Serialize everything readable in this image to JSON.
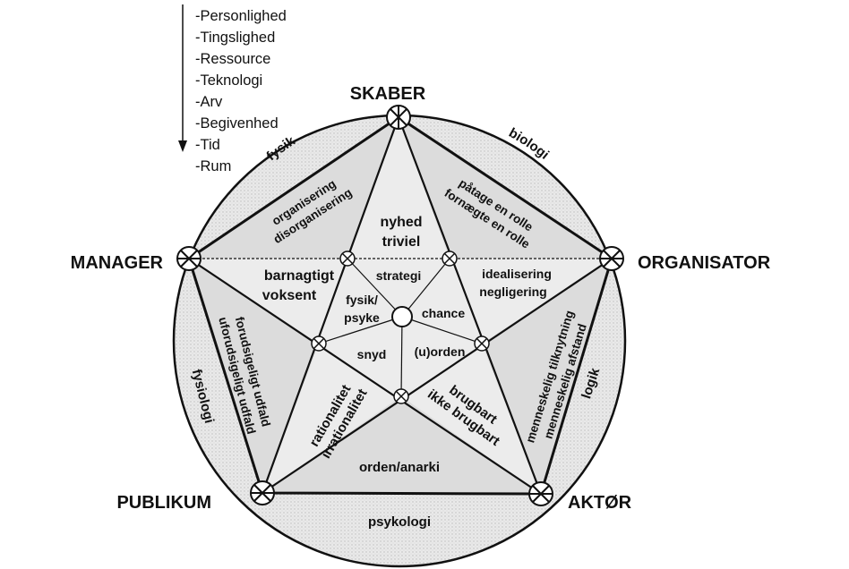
{
  "aspects": [
    "-Personlighed",
    "-Tingslighed",
    "-Ressource",
    "-Teknologi",
    "-Arv",
    "-Begivenhed",
    "-Tid",
    "-Rum"
  ],
  "roles": {
    "top": "SKABER",
    "left": "MANAGER",
    "right": "ORGANISATOR",
    "bottom_left": "PUBLIKUM",
    "bottom_right": "AKTØR"
  },
  "arcs": {
    "top_left": "fysik",
    "top_right": "biologi",
    "left": "fysiologi",
    "right": "logik",
    "bottom": "psykologi"
  },
  "pentagon_edges": {
    "top_left": [
      "organisering",
      "disorganisering"
    ],
    "top_right": [
      "påtage en rolle",
      "fornægte en rolle"
    ],
    "left": [
      "forudsigeligt udfald",
      "uforudsigeligt udfald"
    ],
    "right": [
      "menneskelig tilknytning",
      "menneskelig afstand"
    ],
    "bottom": "orden/anarki"
  },
  "star_regions": {
    "top": [
      "nyhed",
      "triviel"
    ],
    "left": [
      "barnagtigt",
      "voksent"
    ],
    "right": [
      "idealisering",
      "negligering"
    ],
    "bottom_left": [
      "rationalitet",
      "irrationalitet"
    ],
    "bottom_right": [
      "brugbart",
      "ikke brugbart"
    ]
  },
  "center": {
    "top": "strategi",
    "left": [
      "fysik/",
      "psyke"
    ],
    "right": "chance",
    "bottom_left": "snyd",
    "bottom_right": "(u)orden"
  }
}
